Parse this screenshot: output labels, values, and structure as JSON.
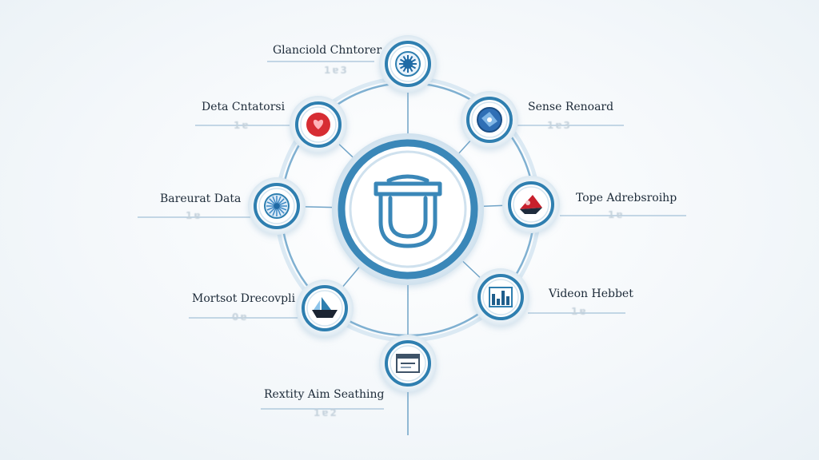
{
  "colors": {
    "ring": "#2f7fb0",
    "ring_light": "#b9d3e5",
    "hub_border": "#3a87b8",
    "line": "#6fa3c7",
    "text": "#1c2a38",
    "faded_text": "#c5d2dc"
  },
  "hub": {
    "icon": "container-outline-icon"
  },
  "nodes": [
    {
      "label": "Glanciold Chntorer",
      "sub": "1ɐ3",
      "icon": "blue-virus-icon"
    },
    {
      "label": "Sense Renoard",
      "sub": "1ɐ3",
      "icon": "blue-globe-icon"
    },
    {
      "label": "Tope Adrebsroihp",
      "sub": "1ɐ",
      "icon": "red-cap-icon"
    },
    {
      "label": "Videon Hebbet",
      "sub": "1ɐ",
      "icon": "chart-bars-icon"
    },
    {
      "label": "Rextity Aim Seathing",
      "sub": "1ɐ2",
      "icon": "document-window-icon"
    },
    {
      "label": "Mortsot Drecovpli",
      "sub": "0ɐ",
      "icon": "dark-ship-icon"
    },
    {
      "label": "Bareurat Data",
      "sub": "1ɐ",
      "icon": "blue-burst-icon"
    },
    {
      "label": "Deta Cntatorsi",
      "sub": "1ɐ",
      "icon": "red-heart-icon"
    }
  ]
}
